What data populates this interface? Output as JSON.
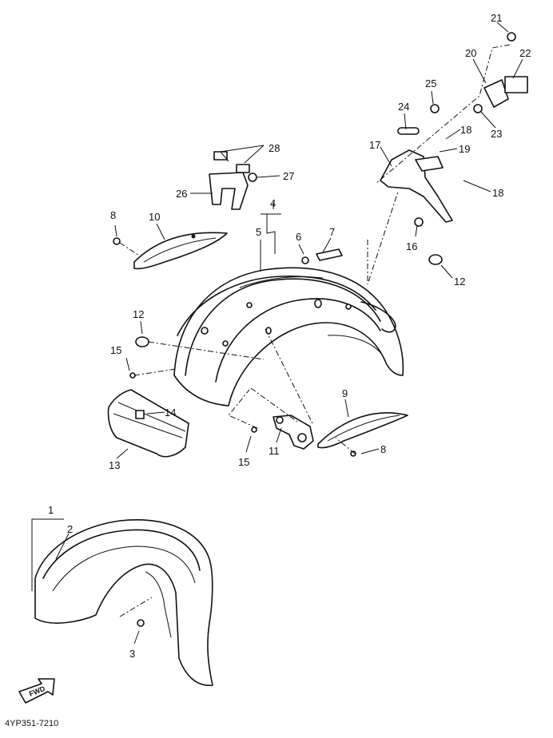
{
  "diagram": {
    "callouts": [
      "1",
      "2",
      "3",
      "4",
      "5",
      "6",
      "7",
      "8",
      "8",
      "9",
      "10",
      "11",
      "12",
      "12",
      "13",
      "14",
      "15",
      "15",
      "16",
      "17",
      "18",
      "18",
      "19",
      "20",
      "21",
      "22",
      "23",
      "24",
      "25",
      "26",
      "27",
      "28"
    ],
    "direction_label": "FWD",
    "drawing_code": "4YP351-7210"
  },
  "colors": {
    "ink": "#111111",
    "paper": "#ffffff"
  }
}
